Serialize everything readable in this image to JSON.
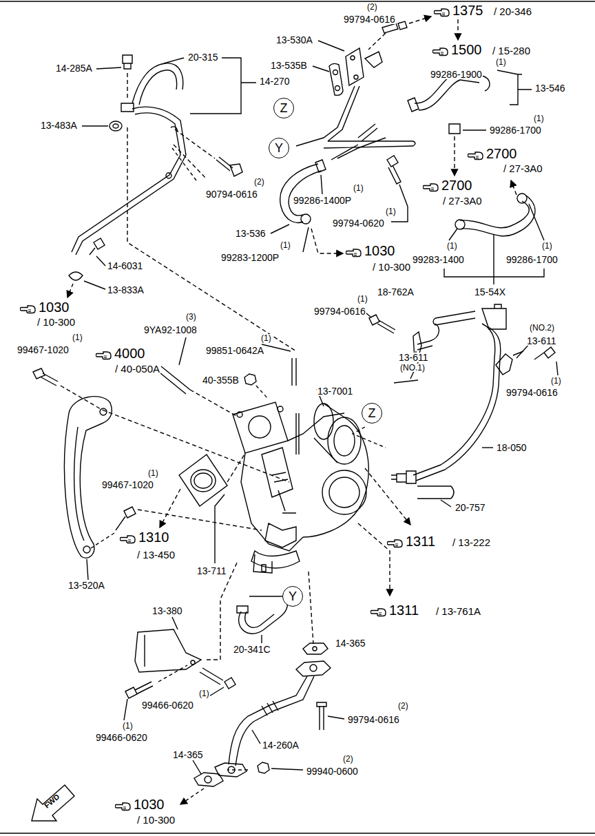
{
  "diagram": {
    "nodes": [
      {
        "text": [
          "Z"
        ]
      },
      {
        "text": [
          "Y"
        ]
      },
      {
        "text": [
          "Z"
        ]
      },
      {
        "text": [
          "Y"
        ]
      }
    ],
    "labels": [
      "(2)",
      "99794-0616",
      "1375",
      "/ 20-346",
      "13-530A",
      "1500",
      "/ 15-280",
      "20-315",
      "14-285A",
      "(1)",
      "99286-1900",
      "14-270",
      "13-535B",
      "13-546",
      "13-483A",
      "(1)",
      "99286-1700",
      "2700",
      "/ 27-3A0",
      "(2)",
      "90794-0616",
      "2700",
      "(1)",
      "99286-1400P",
      "/ 27-3A0",
      "(1)",
      "99794-0620",
      "13-536",
      "(1)",
      "1030",
      "(1)",
      "(1)",
      "99283-1200P",
      "99283-1400",
      "99286-1700",
      "/ 10-300",
      "14-6031",
      "13-833A",
      "15-54X",
      "18-762A",
      "(1)",
      "1030",
      "99794-0616",
      "/ 10-300",
      "(3)",
      "(NO.2)",
      "9YA92-1008",
      "13-611",
      "(1)",
      "99467-1020",
      "(1)",
      "99851-0642A",
      "4000",
      "13-611",
      "/ 40-050A",
      "(NO.1)",
      "(1)",
      "40-355B",
      "13-7001",
      "99794-0616",
      "18-050",
      "(1)",
      "99467-1020",
      "20-757",
      "1310",
      "1311",
      "/ 13-222",
      "/ 13-450",
      "13-711",
      "13-520A",
      "1311",
      "/ 13-761A",
      "13-380",
      "14-365",
      "20-341C",
      "(1)",
      "99466-0620",
      "(2)",
      "99794-0616",
      "(1)",
      "99466-0620",
      "14-260A",
      "14-365",
      "(2)",
      "99940-0600",
      "1030",
      "/ 10-300",
      "FWD"
    ]
  }
}
